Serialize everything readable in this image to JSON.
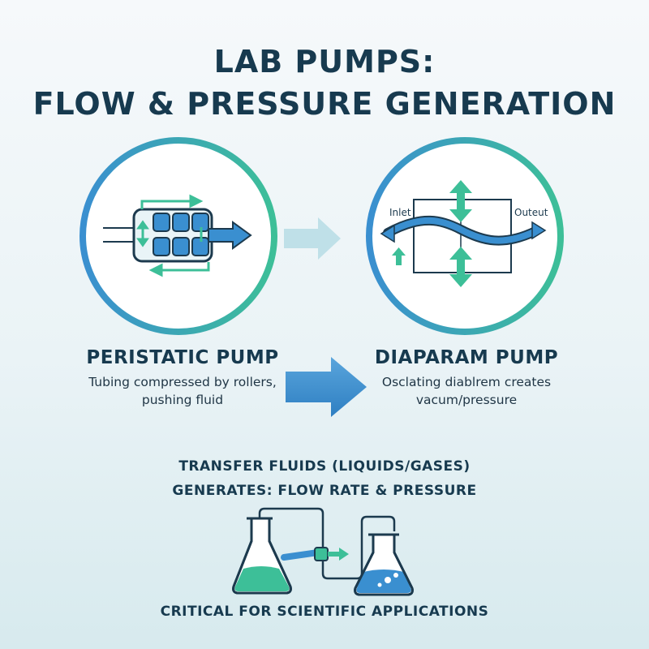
{
  "title": {
    "line1": "LAB PUMPS:",
    "line2": "FLOW & PRESSURE GENERATION"
  },
  "peristaltic": {
    "title": "PERISTATIC PUMP",
    "desc_line1": "Tubing compressed by rollers,",
    "desc_line2": "pushing fluid"
  },
  "diaphragm": {
    "title": "DIAPARAM PUMP",
    "desc_line1": "Osclating diablrem creates",
    "desc_line2": "vacum/pressure",
    "inlet_label": "Inlet",
    "outlet_label": "Outeut"
  },
  "info": {
    "line1": "TRANSFER FLUIDS (LIQUIDS/GASES)",
    "line2": "GENERATES: FLOW RATE & PRESSURE"
  },
  "footer": "CRITICAL FOR SCIENTIFIC APPLICATIONS",
  "colors": {
    "blue": "#3a8fd0",
    "green": "#3dbf98",
    "dark": "#1c3a4e",
    "light_arrow": "#bfe0e8"
  }
}
